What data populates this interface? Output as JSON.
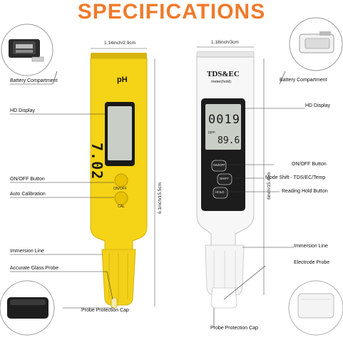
{
  "title": "SPECIFICATIONS",
  "ph_meter": {
    "brand_label": "pH",
    "width_label": "1.14inch/2.9cm",
    "height_label": "6.1inch/15.5cm",
    "button_top_label": "ON/OFF",
    "button_bottom_label": "CAL",
    "display_digits": "7.02",
    "callouts": {
      "battery": "Battery Compartment",
      "display": "HD Display",
      "onoff": "ON/OFF Button",
      "calibration": "Auto Calibration",
      "immersion": "Immersion Line",
      "probe": "Accurate Glass Probe",
      "cap": "Probe Protection Cap"
    }
  },
  "tds_meter": {
    "brand_label": "TDS&EC",
    "sub_label": "meter(hold)",
    "width_label": "1.18inch/3cm",
    "height_label": "6inch/15.4cm",
    "display_main": "0019",
    "display_unit": "ppm",
    "display_temp": "89.6",
    "button_1": "ON/OFF",
    "button_2": "SHIFT",
    "button_3": "HOLD",
    "callouts": {
      "battery": "Battery Compartment",
      "display": "HD Display",
      "onoff": "ON/OFF Button",
      "mode": "Mode Shift - TDS/EC/Temp",
      "hold": "Reading Hold Button",
      "immersion": "Immersion Line",
      "probe": "Electrode Probe",
      "cap": "Probe Protection Cap"
    }
  },
  "colors": {
    "title": "#f07a2a",
    "ph_body": "#f5d316",
    "ph_button": "#e9c200",
    "tds_body": "#f7f7f7",
    "lcd": "#c9cfc6",
    "bezel": "#1a1a1a"
  }
}
